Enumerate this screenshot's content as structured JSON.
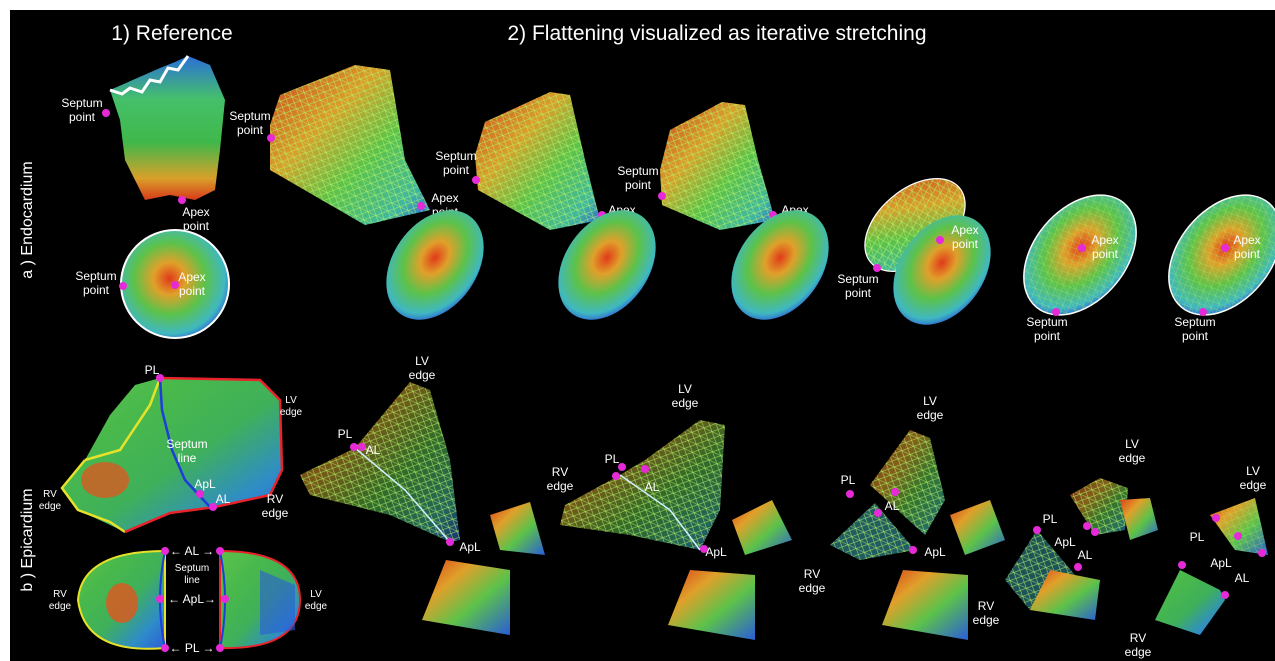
{
  "titles": {
    "reference": "1) Reference",
    "flattening": "2) Flattening visualized as iterative stretching"
  },
  "row_labels": {
    "endocardium": "a ) Endocardium",
    "epicardium": "b ) Epicardium"
  },
  "landmarks": {
    "septum": [
      "Septum",
      "point"
    ],
    "apex": [
      "Apex",
      "point"
    ],
    "septum_line": [
      "Septum",
      "line"
    ],
    "lv_edge": [
      "LV",
      "edge"
    ],
    "rv_edge": [
      "RV",
      "edge"
    ],
    "pl": "PL",
    "al": "AL",
    "apl": "ApL",
    "al_marker": "← AL →",
    "apl_marker": "← ApL→",
    "pl_marker": "← PL →"
  },
  "colors": {
    "background": "#000000",
    "landmark": "#e62ad8",
    "lv_edge_line": "#e8242a",
    "rv_edge_line": "#e6e22a",
    "septum_line": "#1f3dd8",
    "mesh": "#aef03a"
  }
}
